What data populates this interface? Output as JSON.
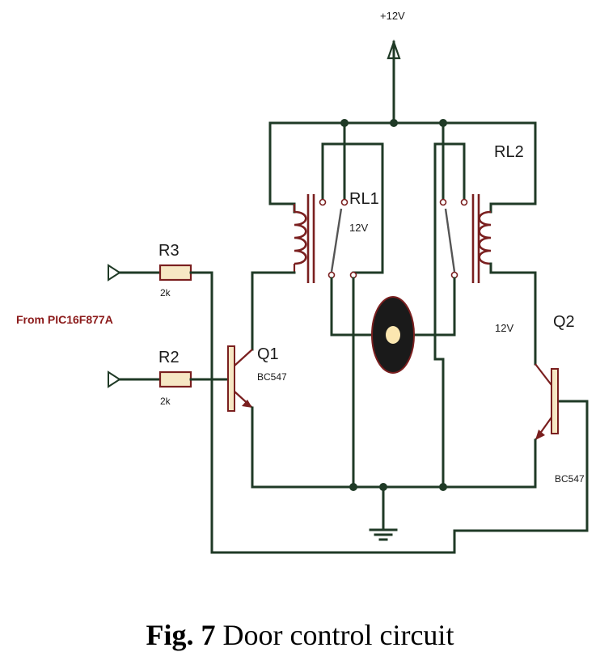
{
  "labels": {
    "supply": "+12V",
    "rl1_name": "RL1",
    "rl1_voltage": "12V",
    "rl2_name": "RL2",
    "rl2_voltage": "12V",
    "r3_name": "R3",
    "r3_value": "2k",
    "r2_name": "R2",
    "r2_value": "2k",
    "q1_name": "Q1",
    "q1_type": "BC547",
    "q2_name": "Q2",
    "q2_type": "BC547",
    "source": "From PIC16F877A"
  },
  "caption": {
    "prefix": "Fig. 7",
    "text": "Door control circuit"
  },
  "colors": {
    "wire": "#1f3a26",
    "component": "#7a1f1f",
    "resistor_fill": "#f6e7c4",
    "transistor_fill": "#f6e7c4",
    "source_label": "#8b1a1a"
  }
}
